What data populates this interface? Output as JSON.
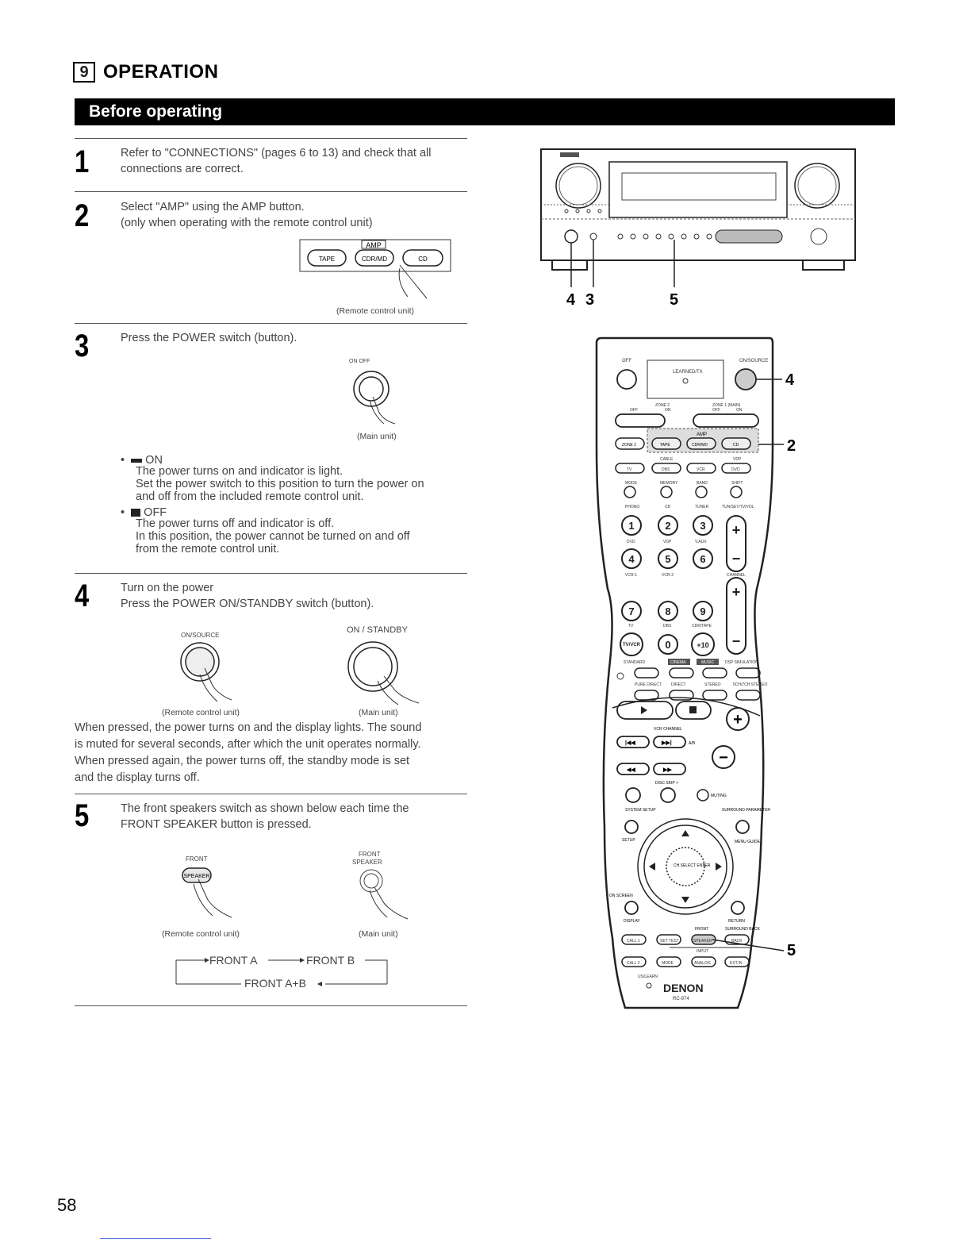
{
  "section": {
    "number": "9",
    "title": "OPERATION"
  },
  "banner": "Before operating",
  "steps": [
    {
      "num": "1",
      "lines": [
        "Refer to \"CONNECTIONS\" (pages 6 to 13) and check that all",
        "connections are correct."
      ]
    },
    {
      "num": "2",
      "lines": [
        "Select \"AMP\" using the AMP button.",
        "(only when operating with the remote control unit)"
      ],
      "figure": {
        "buttons": [
          "TAPE",
          "CDR/MD",
          "CD"
        ],
        "label_top": "AMP",
        "caption": "(Remote control unit)"
      }
    },
    {
      "num": "3",
      "lines": [
        "Press the POWER switch (button)."
      ],
      "figure": {
        "label_top": "ON  OFF",
        "caption": "(Main unit)"
      },
      "bullets": [
        {
          "head": "ON",
          "lines": [
            "The power turns on and indicator is light.",
            "Set the power switch to this position to turn the power on",
            "and off from the included remote control unit."
          ]
        },
        {
          "head": "OFF",
          "lines": [
            "The power turns off and indicator is off.",
            "In this position, the power cannot be turned on and off",
            "from the remote control unit."
          ]
        }
      ]
    },
    {
      "num": "4",
      "lines": [
        "Turn on the power",
        "Press the POWER ON/STANDBY switch (button)."
      ],
      "figure": {
        "left_label": "ON/SOURCE",
        "right_label": "ON / STANDBY",
        "left_caption": "(Remote control unit)",
        "right_caption": "(Main unit)"
      },
      "paragraph": [
        "When pressed, the power turns on and the display lights. The sound",
        "is muted for several seconds, after which the unit operates normally.",
        "When pressed again, the power turns off, the standby mode is set",
        "and the display turns off."
      ]
    },
    {
      "num": "5",
      "lines": [
        "The front speakers switch as shown below each time the",
        "FRONT SPEAKER button is pressed."
      ],
      "figure": {
        "left_label": "FRONT",
        "left_button": "SPEAKER",
        "right_label_1": "FRONT",
        "right_label_2": "SPEAKER",
        "left_caption": "(Remote control unit)",
        "right_caption": "(Main unit)"
      },
      "cycle": {
        "a": "FRONT A",
        "b": "FRONT B",
        "ab": "FRONT A+B"
      }
    }
  ],
  "receiver_callouts": [
    "4",
    "3",
    "5"
  ],
  "remote": {
    "callouts": [
      "4",
      "2",
      "5"
    ],
    "brand": "DENON",
    "model": "RC-974",
    "labels": {
      "off": "OFF",
      "on_source": "ON/SOURCE",
      "learned_tx": "LEARNED/TX",
      "zone2": "ZONE 2",
      "zone1": "ZONE 1 (MAIN)",
      "off2": "OFF",
      "on2": "ON",
      "off3": "OFF",
      "on3": "ON",
      "amp": "AMP",
      "zone2_btn": "ZONE 2",
      "tape": "TAPE",
      "cdrmd": "CDR/MD",
      "cd": "CD",
      "cable": "CABLE",
      "vdp": "VDP",
      "tv": "TV",
      "dbs": "DBS",
      "vcr": "VCR",
      "dvd": "DVD",
      "mode": "MODE",
      "memory": "MEMORY",
      "band": "BAND",
      "shift": "SHIFT",
      "phono": "PHONO",
      "cd2": "CD",
      "tuner": "TUNER",
      "tvvol": "TUN/SET/TV/VOL",
      "dvd2": "DVD",
      "vdp2": "VDP",
      "vaux": "V.AUX",
      "vcr1": "VCR-1",
      "vcr2": "VCR-2",
      "channel": "CHANNEL",
      "tv2": "TV",
      "dbs2": "DBS",
      "cdrtape": "CDR/TAPE",
      "standard": "STANDARD",
      "cinema": "CINEMA",
      "music": "MUSIC",
      "dsp": "DSP SIMULATION",
      "pure": "PURE DIRECT",
      "direct": "DIRECT",
      "stereo": "STEREO",
      "fivech": "5CH/7CH STEREO",
      "nums": [
        "1",
        "2",
        "3",
        "4",
        "5",
        "6",
        "7",
        "8",
        "9",
        "0"
      ],
      "tvvcr": "TV/VCR",
      "plus10": "+10",
      "vol_plus": "+",
      "vol_minus": "−",
      "mute": "MUTING",
      "system": "SYSTEM SETUP",
      "surround": "SURROUND PARAMETER",
      "setup": "SETUP",
      "menu": "MENU GUIDE",
      "center": "CH.SELECT ENTER",
      "onscreen": "ON SCREEN",
      "display": "DISPLAY",
      "return": "RETURN",
      "front": "FRONT",
      "surroundback": "SURROUND BACK",
      "call1": "CALL 1",
      "settest": "SET TEST",
      "speaker": "SPEAKER",
      "back": "BACK",
      "input": "INPUT",
      "call2": "CALL 2",
      "mode2": "MODE",
      "analog": "ANALOG",
      "extin": "EXT.IN",
      "uslearn": "US/LEARN",
      "vcrchannel": "VCR CHANNEL",
      "ab": "A/B",
      "discskip": "DISC SKIP +"
    }
  },
  "page_number": "58"
}
